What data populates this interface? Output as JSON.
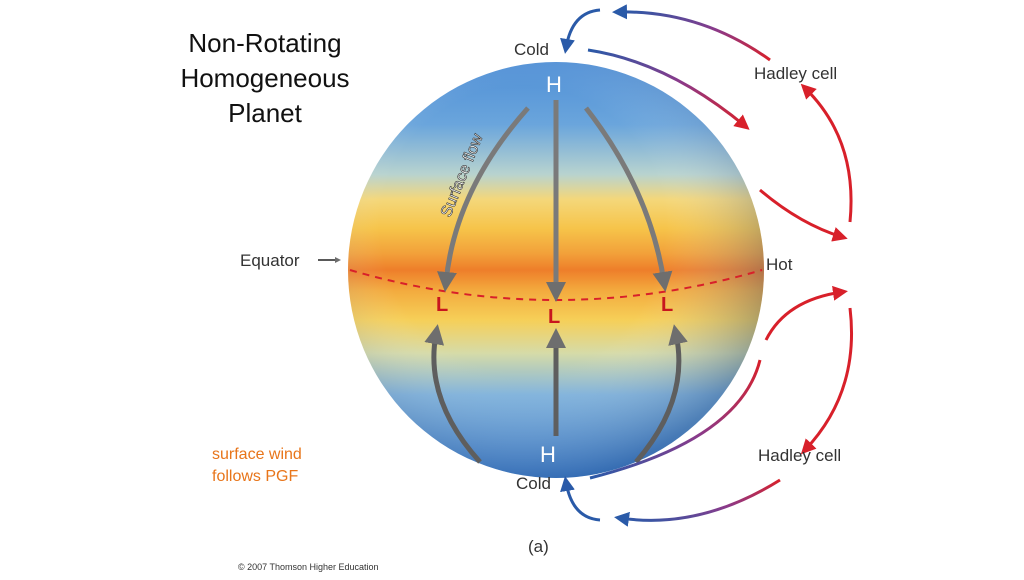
{
  "title": {
    "line1": "Non-Rotating",
    "line2": "Homogeneous",
    "line3": "Planet"
  },
  "labels": {
    "cold_top": "Cold",
    "cold_bottom": "Cold",
    "hot": "Hot",
    "equator": "Equator",
    "hadley_top": "Hadley cell",
    "hadley_bottom": "Hadley cell",
    "surface_flow": "Surface flow",
    "high_top": "H",
    "high_bottom": "H",
    "low_left": "L",
    "low_center": "L",
    "low_right": "L",
    "panel": "(a)",
    "copyright": "© 2007 Thomson Higher Education"
  },
  "note": {
    "line1": "surface wind",
    "line2": "follows PGF"
  },
  "colors": {
    "cold": "#2a5aa8",
    "hot": "#d8202a",
    "arrow_gray": "#7a7a7a",
    "note_orange": "#e8751a"
  }
}
